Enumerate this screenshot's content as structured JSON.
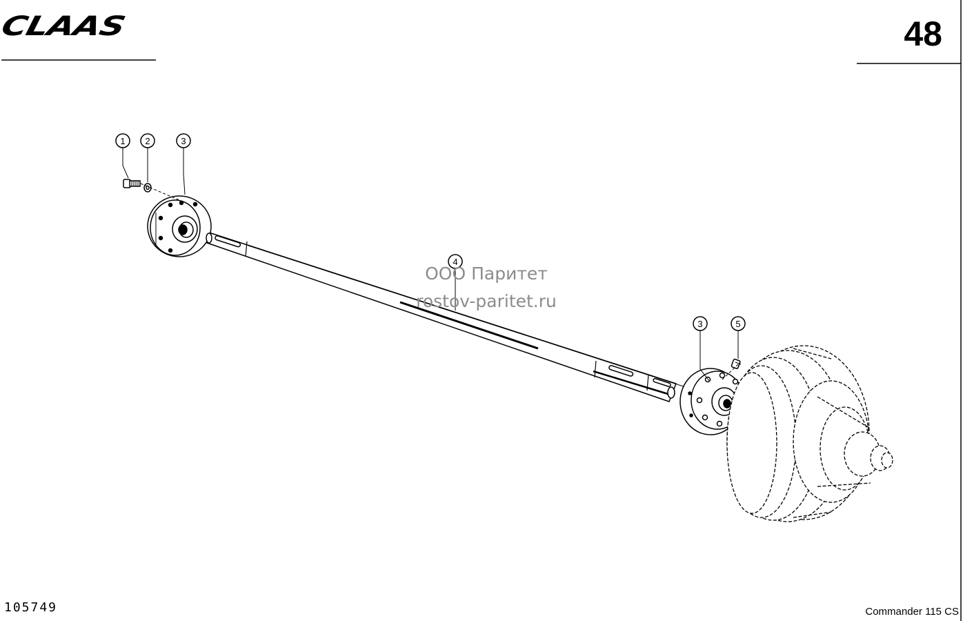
{
  "header": {
    "brand_logo": "CLAAS",
    "page_number": "48"
  },
  "footer": {
    "drawing_number": "105749",
    "model": "Commander 115 CS"
  },
  "watermark": {
    "line1": "ООО Паритет",
    "line2": "rostov-paritet.ru"
  },
  "callouts": [
    {
      "label": "1"
    },
    {
      "label": "2"
    },
    {
      "label": "3"
    },
    {
      "label": "4"
    },
    {
      "label": "3"
    },
    {
      "label": "5"
    }
  ]
}
